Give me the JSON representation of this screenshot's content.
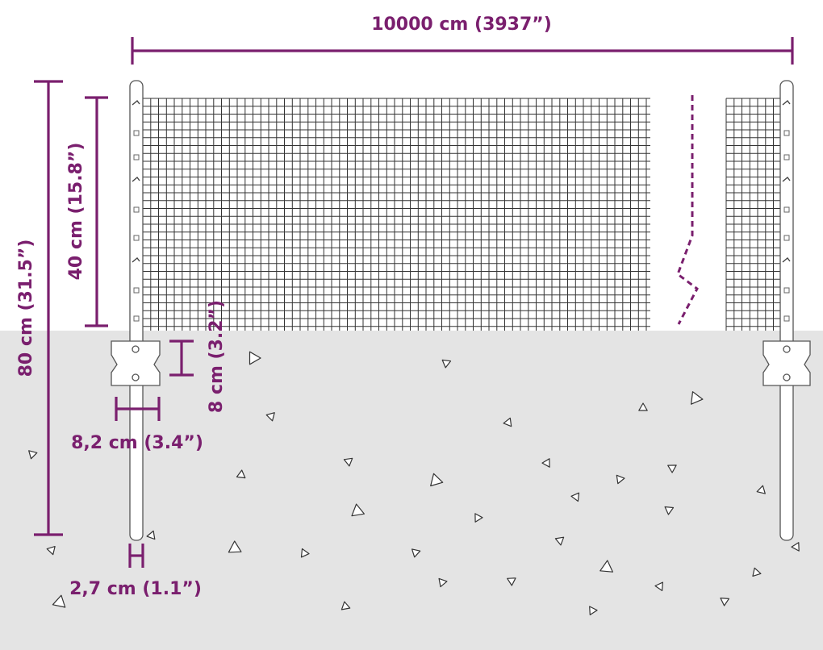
{
  "dimensions": {
    "length_label": "10000 cm (3937”)",
    "total_height_label": "80 cm (31.5”)",
    "fence_height_label": "40 cm (15.8”)",
    "bracket_height_label": "8 cm (3.2”)",
    "bracket_width_label": "8,2 cm (3.4”)",
    "post_diameter_label": "2,7 cm (1.1”)"
  },
  "colors": {
    "dimension": "#7a1f6e",
    "ground": "#e4e4e4",
    "mesh": "#333333"
  }
}
